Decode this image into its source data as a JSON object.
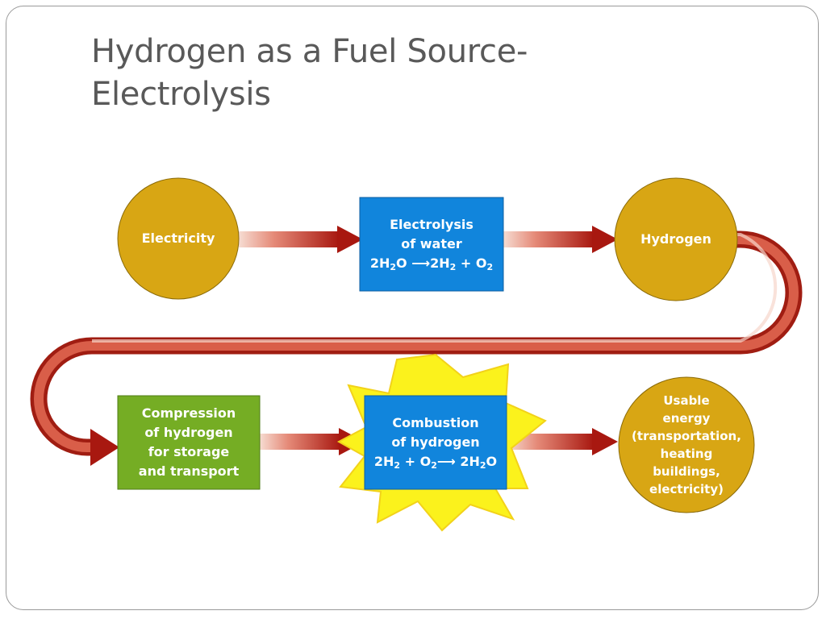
{
  "slide": {
    "title_line1": "Hydrogen as a Fuel Source-",
    "title_line2": "Electrolysis"
  },
  "colors": {
    "circle_fill": "#d8a614",
    "box_blue": "#1185dc",
    "box_green": "#75ad24",
    "arrow_red": "#a81810",
    "burst_yellow": "#fbf21c"
  },
  "nodes": {
    "electricity": {
      "label": "Electricity"
    },
    "electrolysis": {
      "line1": "Electrolysis",
      "line2": "of water",
      "eq": {
        "a": "2H",
        "b": "2",
        "c": "O ",
        "d": "2H",
        "e": "2",
        "f": " + O",
        "g": "2"
      }
    },
    "hydrogen": {
      "label": "Hydrogen"
    },
    "compression": {
      "line1": "Compression",
      "line2": "of hydrogen",
      "line3": "for storage",
      "line4": "and transport"
    },
    "combustion": {
      "line1": "Combustion",
      "line2": "of hydrogen",
      "eq": {
        "a": "2H",
        "b": "2",
        "c": " + O",
        "d": "2",
        "e": " 2H",
        "f": "2",
        "g": "O"
      }
    },
    "usable_energy": {
      "line1": "Usable",
      "line2": "energy",
      "line3": "(transportation,",
      "line4": "heating",
      "line5": "buildings,",
      "line6": "electricity)"
    }
  }
}
